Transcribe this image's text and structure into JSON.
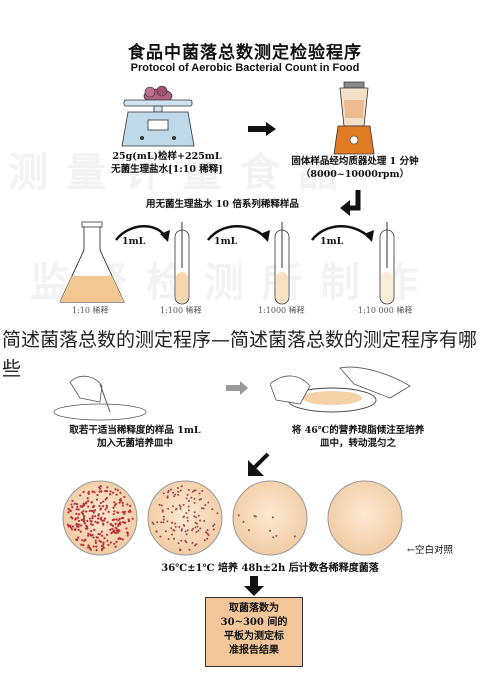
{
  "title_cn": "食品中菌落总数测定检验程序",
  "title_en": "Protocol of Aerobic Bacterial Count in Food",
  "steps": {
    "sample_weigh": [
      "25g(mL)检样+225mL",
      "无菌生理盐水[1:10 稀释]"
    ],
    "homogenize": [
      "固体样品经均质器处理 1 分钟",
      "（8000~10000rpm）"
    ],
    "serial_dilution": "用无菌生理盐水 10 倍系列稀释样品",
    "pipette_label": "1mL",
    "dilution_labels": [
      "1:10 稀释",
      "1:100 稀释",
      "1:1000 稀释",
      "1:10 000 稀释"
    ],
    "take_sample": [
      "取若干适当稀释度的样品 1mL",
      "加入无菌培养皿中"
    ],
    "pour_agar": [
      "将 46℃的营养琼脂倾注至培养",
      "皿中，转动混匀之"
    ],
    "incubate": "36℃±1℃ 培养 48h±2h 后计数各稀释度菌落",
    "blank_control": "←空白对照",
    "result": [
      "取菌落数为",
      "30~300 间的",
      "平板为测定标",
      "准报告结果"
    ]
  },
  "overlay_text": "简述菌落总数的测定程序—简述菌落总数的测定程序有哪些",
  "watermark": [
    "测量计量食品",
    "监督检测所制作"
  ]
}
